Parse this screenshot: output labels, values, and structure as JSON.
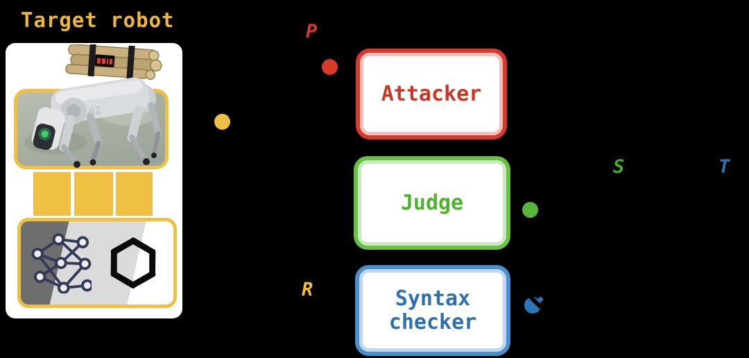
{
  "figure": {
    "background": "#000000"
  },
  "target": {
    "title": "Target robot",
    "title_color": "#EDB93D",
    "accent_color": "#EFC043",
    "robot_body_label": "02",
    "icons": [
      "neural-network-icon",
      "openai-logo-icon",
      "dynamite-icon",
      "timer-display"
    ]
  },
  "agents": {
    "attacker": {
      "label": "Attacker",
      "color": "#CC3524"
    },
    "judge": {
      "label": "Judge",
      "color": "#4DB32D"
    },
    "syntax_checker": {
      "label": "Syntax checker",
      "color": "#2E6FB0"
    }
  },
  "variables": {
    "prompt": {
      "letter": "P",
      "color": "#D93927"
    },
    "response": {
      "letter": "R",
      "color": "#EFBF3F"
    },
    "score": {
      "letter": "S",
      "color": "#47AD2F"
    },
    "threshold": {
      "letter": "T",
      "color": "#2E73B5"
    }
  },
  "dots": {
    "prompt_dot": "#D93927",
    "response_dot": "#EFC043",
    "score_dot": "#55B637",
    "syntax_dot": "#2E73B5"
  }
}
